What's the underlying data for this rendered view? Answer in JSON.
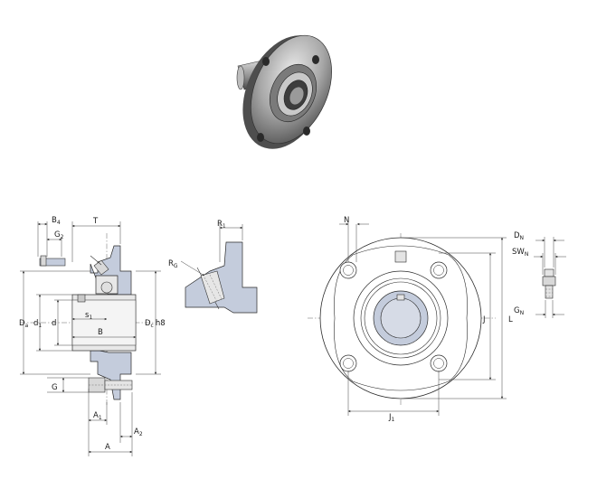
{
  "labels": {
    "B4": "B",
    "B4_sub": "4",
    "G2": "G",
    "G2_sub": "2",
    "T": "T",
    "Da": "D",
    "Da_sub": "a",
    "d1": "d",
    "d1_sub": "1",
    "d": "d",
    "s1": "s",
    "s1_sub": "1",
    "B": "B",
    "Dc": "D",
    "Dc_sub": "c",
    "Dc_tol": "h8",
    "G": "G",
    "A1": "A",
    "A1_sub": "1",
    "A2": "A",
    "A2_sub": "2",
    "A": "A",
    "R1": "R",
    "R1_sub": "1",
    "RG": "R",
    "RG_sub": "G",
    "N": "N",
    "J": "J",
    "L": "L",
    "J1": "J",
    "J1_sub": "1",
    "DN": "D",
    "DN_sub": "N",
    "SWN": "SW",
    "SWN_sub": "N",
    "GN": "G",
    "GN_sub": "N"
  },
  "colors": {
    "housing_fill": "#c4ccdc",
    "metal_fill": "#e8e8e8",
    "line": "#2a2a2a"
  }
}
